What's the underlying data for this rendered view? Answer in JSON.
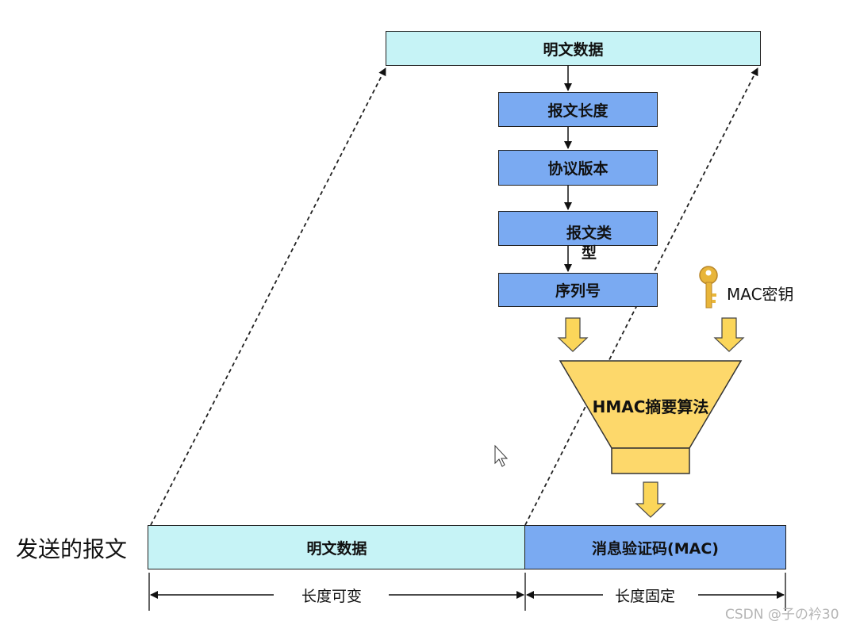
{
  "top_box": {
    "label": "明文数据"
  },
  "chain": [
    {
      "label": "报文长度"
    },
    {
      "label": "协议版本"
    },
    {
      "label": "报文类型"
    },
    {
      "label": "序列号"
    }
  ],
  "key": {
    "label": "MAC密钥",
    "icon": "key-icon"
  },
  "hmac": {
    "label": "HMAC摘要算法"
  },
  "message": {
    "side_label": "发送的报文",
    "plaintext_label": "明文数据",
    "mac_label": "消息验证码(MAC)",
    "variable_length_label": "长度可变",
    "fixed_length_label": "长度固定"
  },
  "watermark": "CSDN @子の衿30",
  "colors": {
    "cyan_box": "#c6f3f6",
    "blue_box": "#7aaaf2",
    "funnel": "#fdd86b",
    "arrow_fill": "#fbd65a"
  }
}
